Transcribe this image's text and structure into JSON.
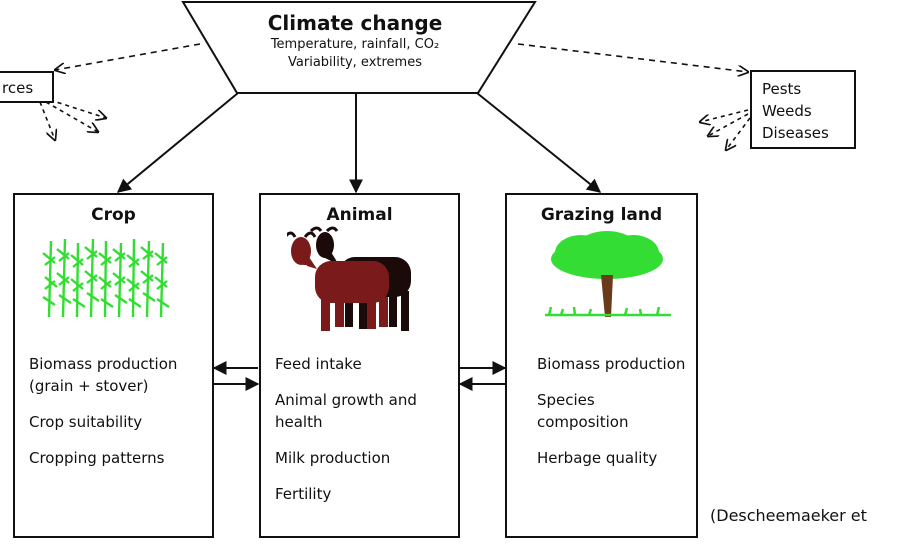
{
  "climate": {
    "title": "Climate change",
    "line1": "Temperature, rainfall, CO₂",
    "line2": "Variability, extremes"
  },
  "left_box": {
    "label": "rces"
  },
  "right_box": {
    "lines": [
      "Pests",
      "Weeds",
      "Diseases"
    ]
  },
  "panels": [
    {
      "title": "Crop",
      "items": [
        "Biomass production (grain + stover)",
        "Crop suitability",
        "Cropping patterns"
      ]
    },
    {
      "title": "Animal",
      "items": [
        "Feed intake",
        "Animal growth and health",
        "Milk production",
        "Fertility"
      ]
    },
    {
      "title": "Grazing land",
      "items": [
        "Biomass production",
        "Species composition",
        "Herbage quality"
      ]
    }
  ],
  "credit": "(Descheemaeker et",
  "colors": {
    "crop_green": "#33dd33",
    "animal_red": "#7a1a1a",
    "tree_green": "#33dd33",
    "trunk": "#6b3a1a"
  }
}
